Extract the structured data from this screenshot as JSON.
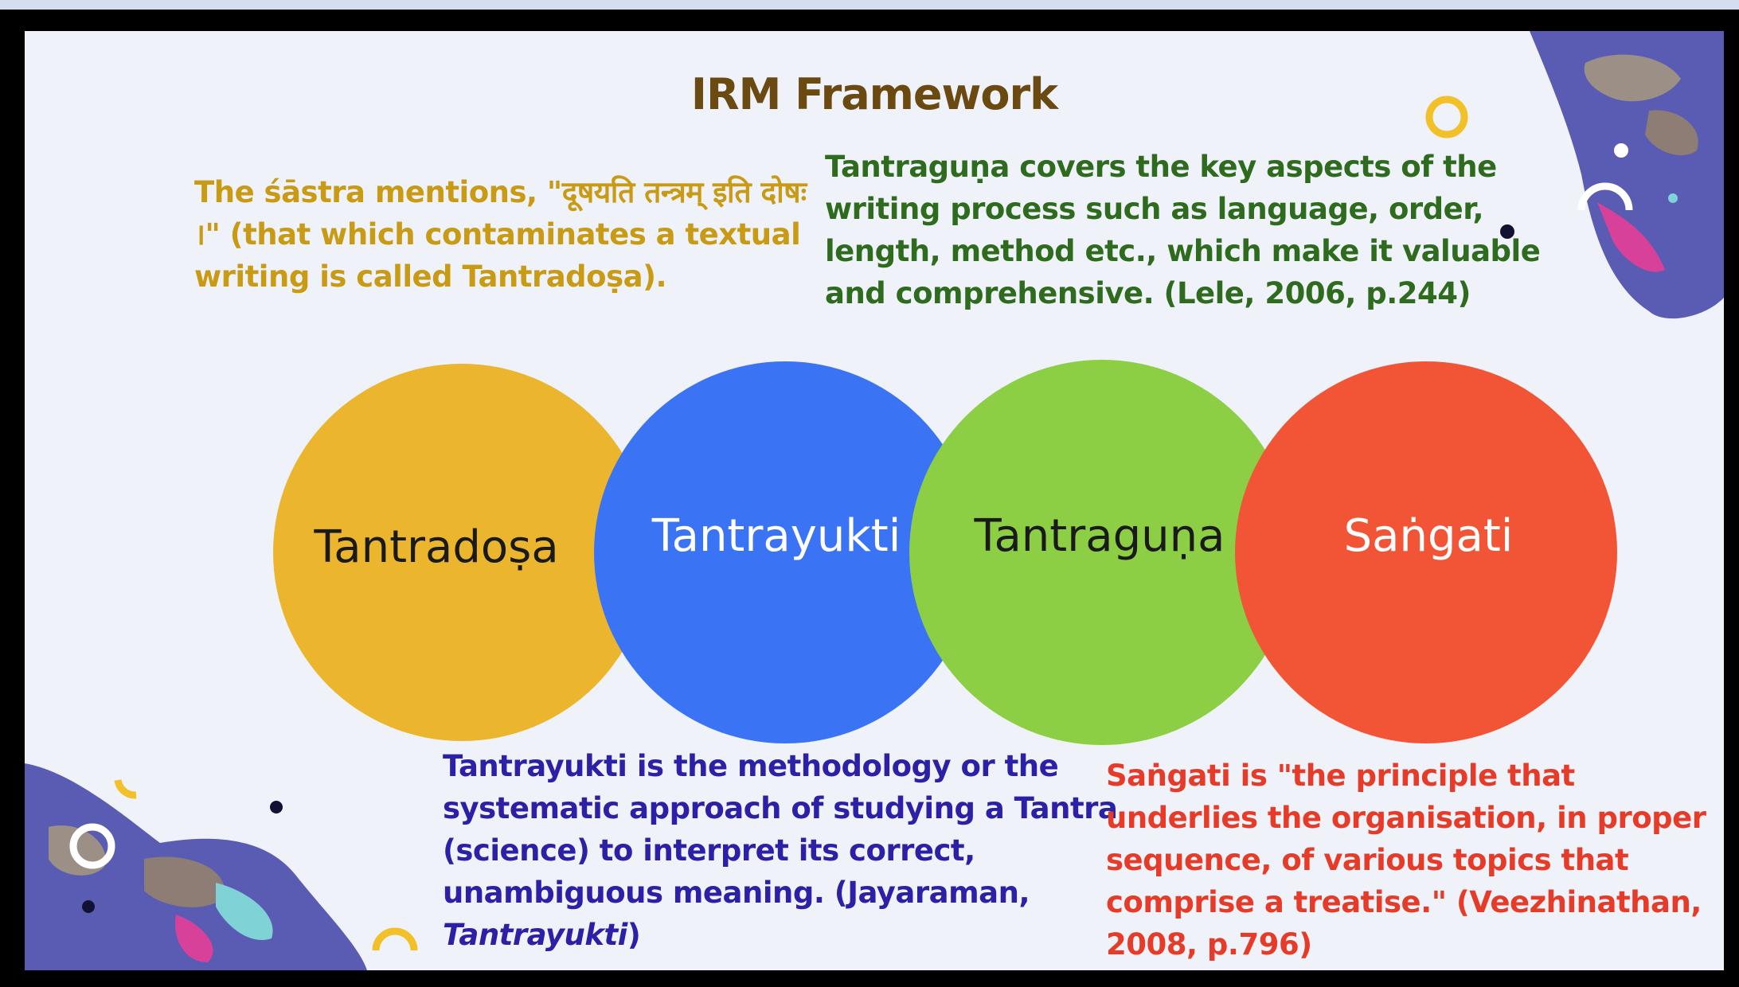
{
  "title": "IRM Framework",
  "notes": {
    "tantradosa": "The śāstra mentions, \"दूषयति तन्त्रम् इति दोषः ।\" (that which contaminates a textual writing is called Tantradoṣa).",
    "tantraguna": "Tantraguṇa covers the key aspects of the writing process such as language, order, length, method etc., which make it valuable and comprehensive. (Lele, 2006, p.244)",
    "tantrayukti_main": "Tantrayukti is the methodology or the systematic approach of studying a Tantra (science) to interpret its correct, unambiguous meaning.",
    "tantrayukti_cite_prefix": "(Jayaraman, ",
    "tantrayukti_cite_italic": "Tantrayukti",
    "tantrayukti_cite_suffix": ")",
    "sangati": "Saṅgati is \"the principle that underlies the organisation, in proper sequence, of various topics that comprise a treatise.\" (Veezhinathan, 2008, p.796)"
  },
  "circles": [
    {
      "label": "Tantradoṣa",
      "fill": "#ecb52e",
      "text_color": "#1a1a1a"
    },
    {
      "label": "Tantrayukti",
      "fill": "#3a74f5",
      "text_color": "#ffffff"
    },
    {
      "label": "Tantraguṇa",
      "fill": "#8ccf45",
      "text_color": "#1a1a1a"
    },
    {
      "label": "Saṅgati",
      "fill": "#f25535",
      "text_color": "#ffffff"
    }
  ],
  "colors": {
    "title": "#6b4a12",
    "note_dosa": "#c99a14",
    "note_guna": "#2f6b1e",
    "note_yukti": "#2c20a6",
    "note_sangati": "#e63b28",
    "background": "#f0f2f9"
  }
}
